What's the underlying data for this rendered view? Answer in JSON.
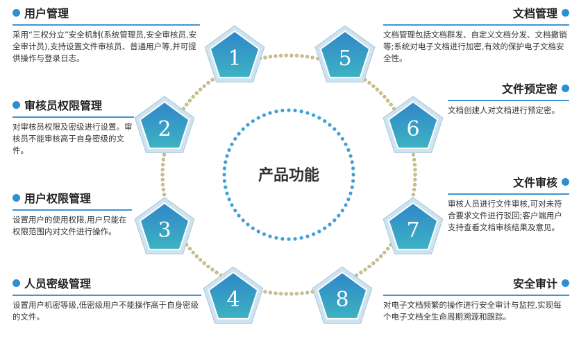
{
  "center_label": "产品功能",
  "colors": {
    "accent": "#3f94d3",
    "pentagon_top": "#2f86c8",
    "pentagon_bottom": "#3db3c2",
    "ring_dots": "#3fa0d6",
    "chain_dots": "#cfc58a"
  },
  "features": [
    {
      "number": "1",
      "title": "用户管理",
      "description": "采用“三权分立”安全机制(系统管理员,安全审核员,安全审计员),支持设置文件审核员、普通用户等,并可提供操作与登录日志。"
    },
    {
      "number": "2",
      "title": "审核员权限管理",
      "description": "对审核员权限及密级进行设置。审核员不能审核高于自身密级的文件。"
    },
    {
      "number": "3",
      "title": "用户权限管理",
      "description": "设置用户的使用权限,用户只能在权限范围内对文件进行操作。"
    },
    {
      "number": "4",
      "title": "人员密级管理",
      "description": "设置用户机密等级,低密级用户不能操作高于自身密级的文件。"
    },
    {
      "number": "5",
      "title": "文档管理",
      "description": "文档管理包括文档群发、自定义文档分发、文档撤销等;系统对电子文档进行加密,有效的保护电子文档安全性。"
    },
    {
      "number": "6",
      "title": "文件预定密",
      "description": "文档创建人对文档进行预定密。"
    },
    {
      "number": "7",
      "title": "文件审核",
      "description": "审核人员进行文件审核,可对未符合要求文件进行驳回;客户端用户支持查看文档审核结果及意见。"
    },
    {
      "number": "8",
      "title": "安全审计",
      "description": "对电子文档频繁的操作进行安全审计与监控,实现每个电子文档全生命周期溯源和跟踪。"
    }
  ]
}
